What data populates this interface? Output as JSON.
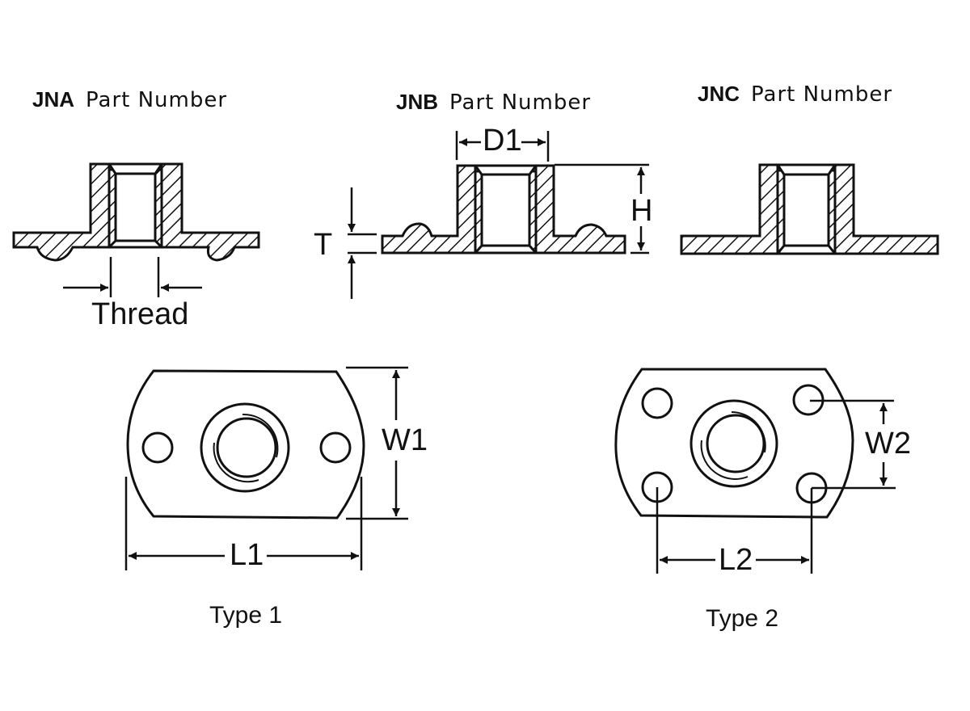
{
  "diagram": {
    "sections": [
      {
        "code": "JNA",
        "title": "Part Number"
      },
      {
        "code": "JNB",
        "title": "Part Number"
      },
      {
        "code": "JNC",
        "title": "Part Number"
      }
    ],
    "dimensions": {
      "thread": "Thread",
      "d1": "D1",
      "h": "H",
      "t": "T",
      "w1": "W1",
      "l1": "L1",
      "w2": "W2",
      "l2": "L2"
    },
    "types": [
      {
        "label": "Type 1"
      },
      {
        "label": "Type 2"
      }
    ],
    "colors": {
      "line": "#111111",
      "background": "#ffffff"
    }
  }
}
